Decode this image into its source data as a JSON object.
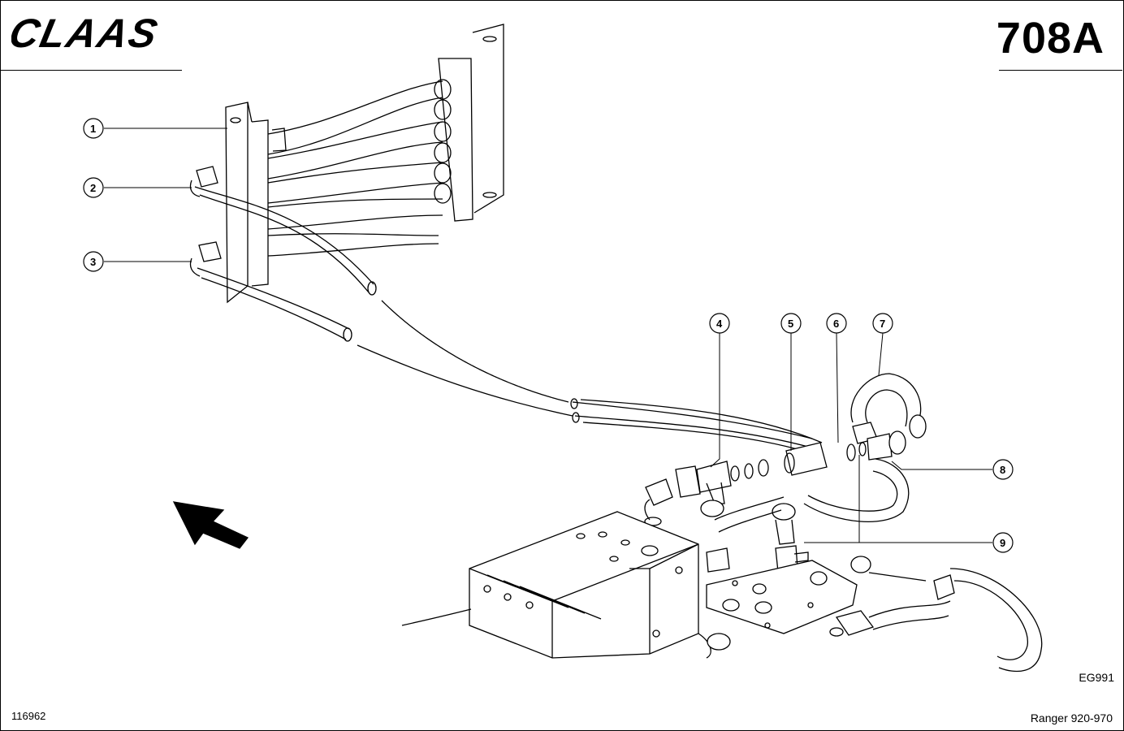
{
  "header": {
    "brand": "CLAAS",
    "page_code": "708A"
  },
  "callouts": [
    "1",
    "2",
    "3",
    "4",
    "5",
    "6",
    "7",
    "8",
    "9"
  ],
  "footer": {
    "drawing_code": "EG991",
    "document_number": "116962",
    "model_range": "Ranger 920-970"
  }
}
